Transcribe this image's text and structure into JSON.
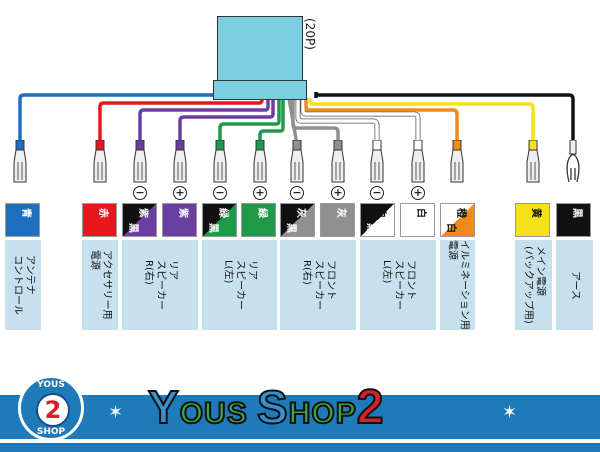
{
  "connector": {
    "pins_label": "(20P)"
  },
  "wires": [
    {
      "id": "blue",
      "color": "#1f6fbf",
      "polarity": ""
    },
    {
      "id": "red",
      "color": "#e8161e",
      "polarity": ""
    },
    {
      "id": "purple-neg",
      "color": "#6a3fa0",
      "polarity": "−"
    },
    {
      "id": "purple-pos",
      "color": "#6a3fa0",
      "polarity": "+"
    },
    {
      "id": "green-neg",
      "color": "#1e9a48",
      "polarity": "−"
    },
    {
      "id": "green-pos",
      "color": "#1e9a48",
      "polarity": "+"
    },
    {
      "id": "gray-neg",
      "color": "#909090",
      "polarity": "−"
    },
    {
      "id": "gray-pos",
      "color": "#909090",
      "polarity": "+"
    },
    {
      "id": "white-neg",
      "color": "#ffffff",
      "polarity": "−"
    },
    {
      "id": "white-pos",
      "color": "#ffffff",
      "polarity": "+"
    },
    {
      "id": "orange",
      "color": "#f08a1c",
      "polarity": ""
    },
    {
      "id": "yellow",
      "color": "#f5e11a",
      "polarity": ""
    },
    {
      "id": "black",
      "color": "#111111",
      "polarity": ""
    }
  ],
  "color_labels": [
    {
      "main": "青",
      "main_color": "#1f6fbf"
    },
    {
      "main": "赤",
      "main_color": "#e8161e"
    },
    {
      "main": "紫",
      "main_color": "#6a3fa0",
      "stripe": "黒"
    },
    {
      "main": "紫",
      "main_color": "#6a3fa0"
    },
    {
      "main": "緑",
      "main_color": "#1e9a48",
      "stripe": "黒"
    },
    {
      "main": "緑",
      "main_color": "#1e9a48"
    },
    {
      "main": "灰",
      "main_color": "#909090",
      "stripe": "黒"
    },
    {
      "main": "灰",
      "main_color": "#909090"
    },
    {
      "main": "白",
      "main_color": "#ffffff",
      "stripe": "黒"
    },
    {
      "main": "白",
      "main_color": "#ffffff"
    },
    {
      "main": "橙",
      "main_color": "#f08a1c",
      "stripe": "白"
    },
    {
      "main": "黄",
      "main_color": "#f5e11a"
    },
    {
      "main": "黒",
      "main_color": "#111111"
    }
  ],
  "functions": [
    {
      "text": "アンテナ\nコントロール"
    },
    {
      "text": "アクセサリー用\n電源"
    },
    {
      "text": "リア\nスピーカー\nR(右)"
    },
    {
      "text": "リア\nスピーカー\nL(左)"
    },
    {
      "text": "フロント\nスピーカー\nR(右)"
    },
    {
      "text": "フロント\nスピーカー\nL(左)"
    },
    {
      "text": "イルミネーション用\n電源"
    },
    {
      "text": "メイン電源\n(バックアップ用)"
    },
    {
      "text": "アース"
    }
  ],
  "banner": {
    "logo_top": "YOUS",
    "logo_number": "2",
    "logo_bottom": "SHOP",
    "title_y": "Y",
    "title_ous": "OUS ",
    "title_s": "S",
    "title_hop": "HOP",
    "title_2": "2"
  }
}
